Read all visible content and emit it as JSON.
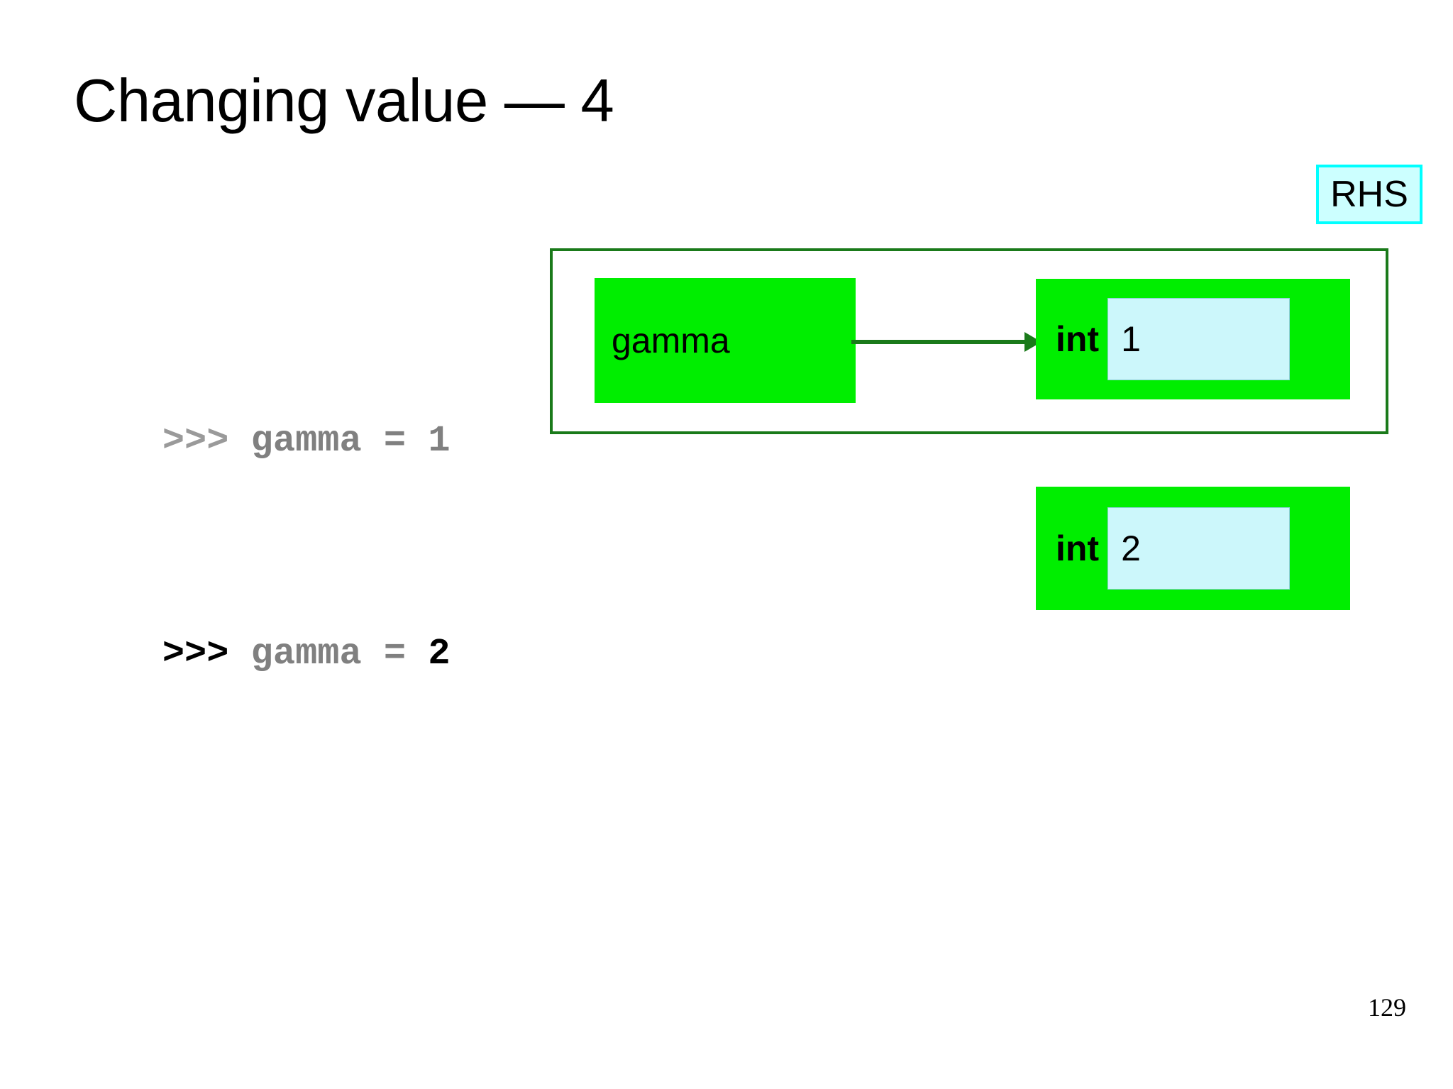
{
  "slide": {
    "title": "Changing value — 4",
    "page_number": "129"
  },
  "badge": {
    "label": "RHS",
    "border_color": "#00ffff",
    "fill_color": "#ccffff"
  },
  "console": {
    "lines": [
      {
        "prompt": ">>> ",
        "name": "gamma",
        "operator": " = ",
        "value": "1",
        "state": "dimmed"
      },
      {
        "prompt": ">>> ",
        "name": "gamma",
        "operator": " = ",
        "value": "2",
        "state": "active"
      }
    ]
  },
  "namespace": {
    "frame_color": "#1a7a1a",
    "variable": {
      "label": "gamma",
      "fill_color": "#00ee00"
    }
  },
  "arrow": {
    "color": "#1a7a1a"
  },
  "objects": [
    {
      "type_label": "int",
      "value": "1",
      "fill_color": "#00ee00",
      "value_fill": "#ccf7fb"
    },
    {
      "type_label": "int",
      "value": "2",
      "fill_color": "#00ee00",
      "value_fill": "#ccf7fb"
    }
  ]
}
